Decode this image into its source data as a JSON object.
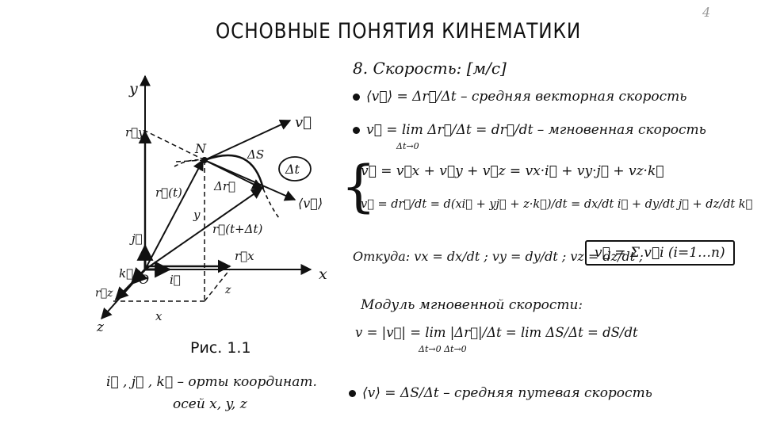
{
  "page_number": "4",
  "title": "ОСНОВНЫЕ ПОНЯТИЯ КИНЕМАТИКИ",
  "section_heading": "8. Скорость: [м/с]",
  "lines": {
    "avg_vector": "⟨v⃗⟩ = Δr⃗/Δt – средняя векторная скорость",
    "instant": "v⃗ = lim Δr⃗/Δt = dr⃗/dt – мгновенная скорость",
    "instant_lim": "Δt→0",
    "components_1": "v⃗ = v⃗x + v⃗y + v⃗z = vx·i⃗ + vy·j⃗ + vz·k⃗",
    "components_2": "v⃗ = dr⃗/dt = d(xi⃗ + yj⃗ + z·k⃗)/dt = dx/dt i⃗ + dy/dt j⃗ + dz/dt k⃗",
    "whence": "Откуда: vx = dx/dt ; vy = dy/dt ; vz = dz/dt ;",
    "sum_box": "v⃗ = Σ v⃗i  (i=1…n)",
    "modulus_heading": "Модуль мгновенной скорости:",
    "modulus": "v = |v⃗| = lim |Δr⃗|/Δt = lim ΔS/Δt = dS/dt",
    "modulus_lim": "Δt→0      Δt→0",
    "avg_path": "⟨v⟩ = ΔS/Δt – средняя путевая скорость"
  },
  "figure": {
    "caption": "Рис. 1.1",
    "orts_line1": "i⃗ , j⃗ , k⃗ – орты координат.",
    "orts_line2": "осей x, y, z",
    "labels": {
      "y_axis": "y",
      "x_axis": "x",
      "z_axis": "z",
      "origin": "O",
      "point_n": "N",
      "ry": "r⃗y",
      "rx": "r⃗x",
      "rz": "r⃗z",
      "r_t": "r⃗(t)",
      "r_t_dt": "r⃗(t+Δt)",
      "dr": "Δr⃗",
      "ds": "ΔS",
      "dt_circle": "Δt",
      "v_vec": "v⃗",
      "avg_v": "⟨v⃗⟩",
      "i_vec": "i⃗",
      "j_vec": "j⃗",
      "k_vec": "k⃗",
      "y_small": "y",
      "z_small": "z",
      "x_small": "x"
    }
  }
}
